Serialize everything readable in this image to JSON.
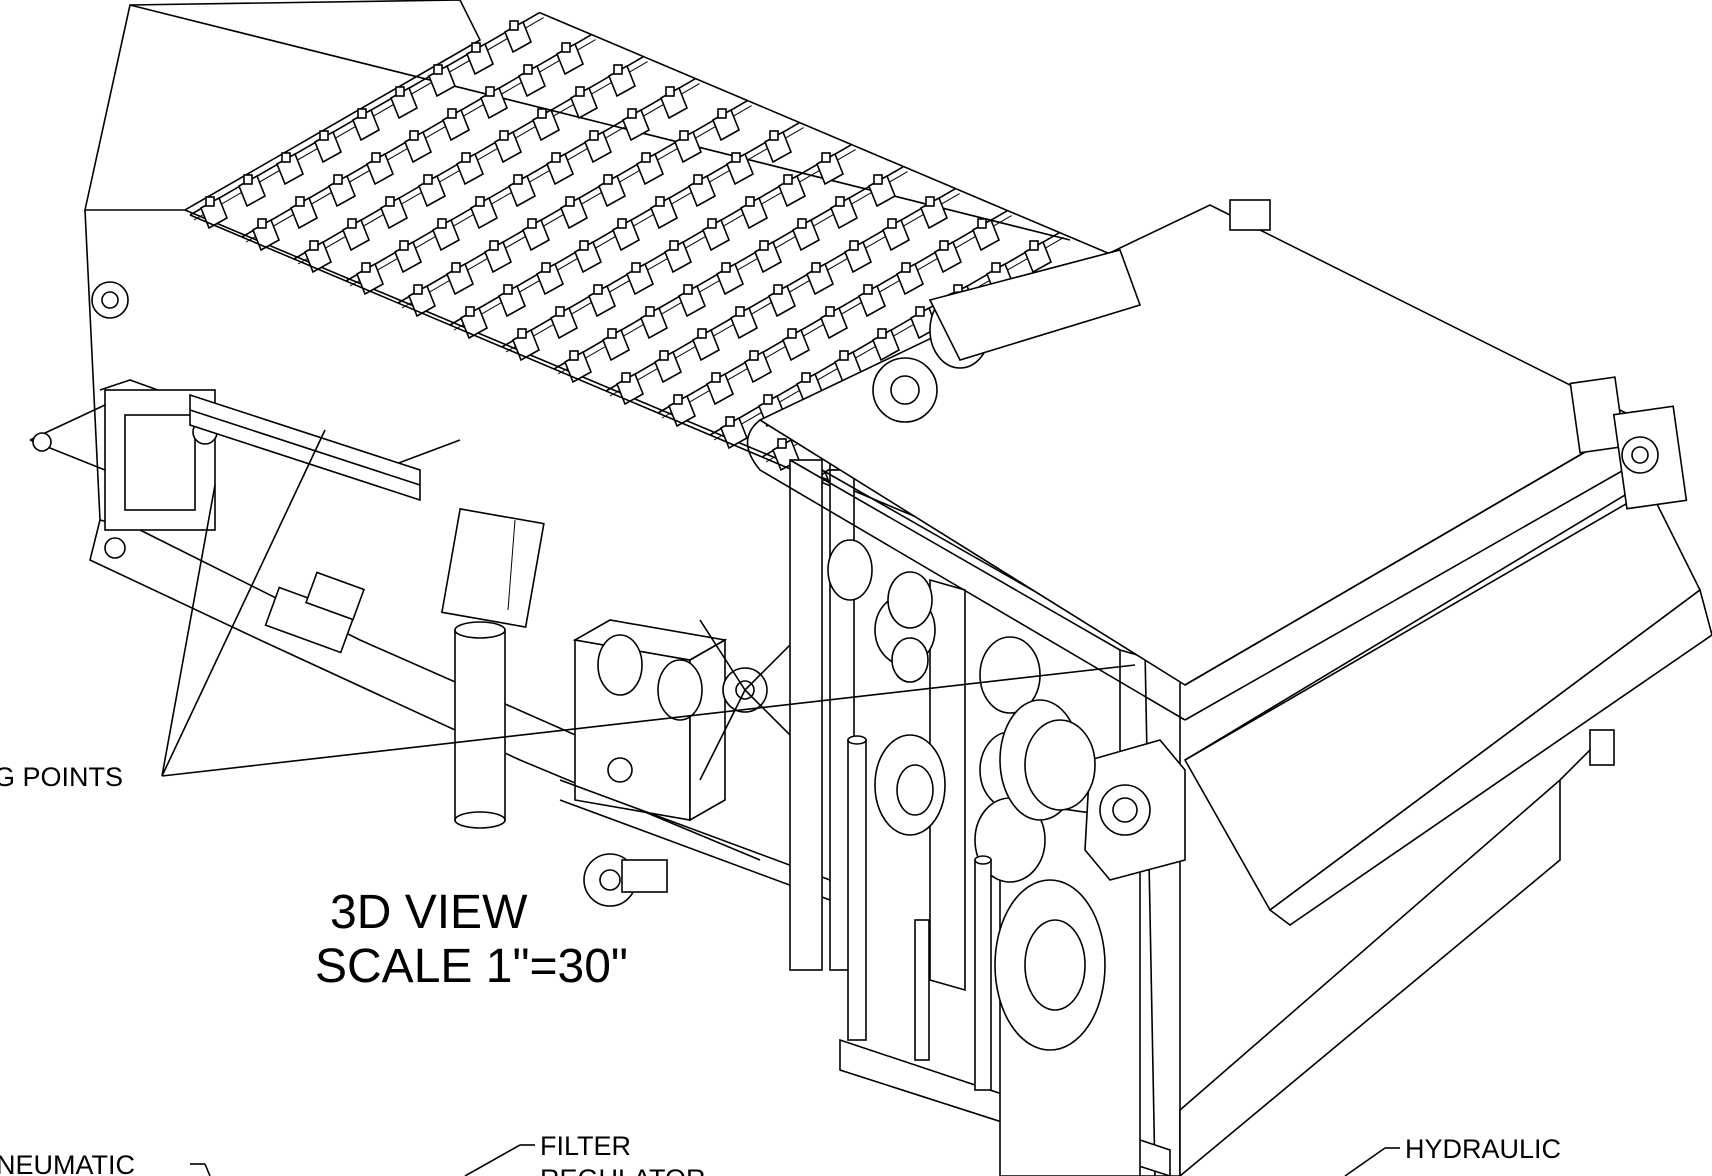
{
  "drawing": {
    "view_title": "3D VIEW",
    "view_scale": "SCALE 1\"=30\"",
    "callouts": {
      "lifting_points": "G POINTS",
      "pneumatic": "NEUMATIC",
      "filter": "FILTER",
      "regulator": "REGULATOR",
      "hydraulic": "HYDRAULIC"
    }
  }
}
